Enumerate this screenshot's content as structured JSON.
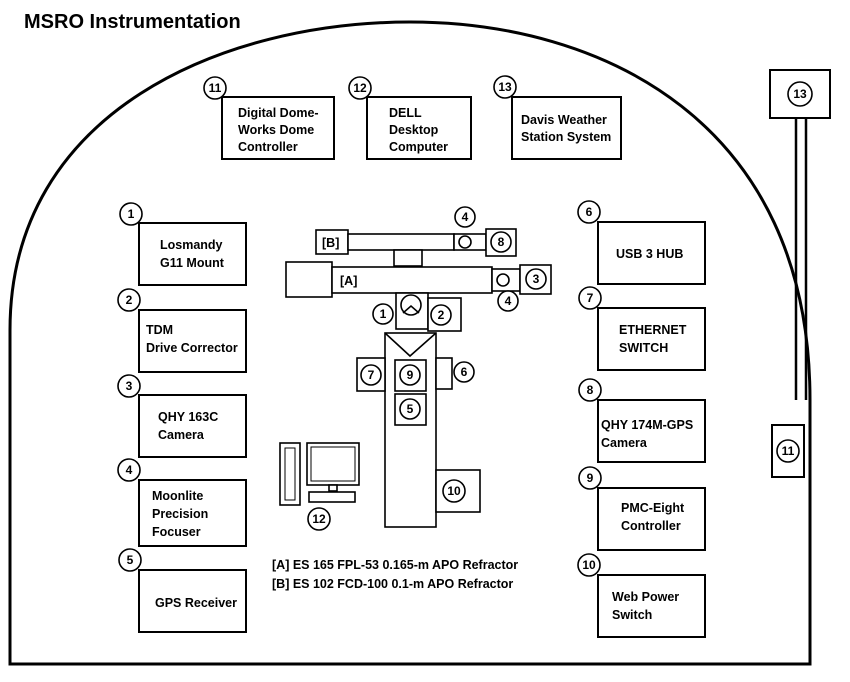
{
  "title": "MSRO Instrumentation",
  "left_items": [
    {
      "num": "1",
      "lines": [
        "Losmandy",
        "G11 Mount"
      ]
    },
    {
      "num": "2",
      "lines": [
        "TDM",
        "Drive Corrector"
      ]
    },
    {
      "num": "3",
      "lines": [
        "QHY 163C",
        "Camera"
      ]
    },
    {
      "num": "4",
      "lines": [
        "Moonlite",
        "Precision",
        "Focuser"
      ]
    },
    {
      "num": "5",
      "lines": [
        "GPS Receiver"
      ]
    }
  ],
  "right_items": [
    {
      "num": "6",
      "lines": [
        "USB 3 HUB"
      ]
    },
    {
      "num": "7",
      "lines": [
        "ETHERNET",
        "SWITCH"
      ]
    },
    {
      "num": "8",
      "lines": [
        "QHY 174M-GPS",
        "Camera"
      ]
    },
    {
      "num": "9",
      "lines": [
        "PMC-Eight",
        "Controller"
      ]
    },
    {
      "num": "10",
      "lines": [
        "Web Power",
        "Switch"
      ]
    }
  ],
  "top_items": [
    {
      "num": "11",
      "lines": [
        "Digital Dome-",
        "Works Dome",
        "Controller"
      ]
    },
    {
      "num": "12",
      "lines": [
        "DELL",
        "Desktop",
        "Computer"
      ]
    },
    {
      "num": "13",
      "lines": [
        "Davis Weather",
        "Station System"
      ]
    }
  ],
  "scope_labels": {
    "a": "[A]",
    "b": "[B]"
  },
  "center_markers": [
    "1",
    "2",
    "3",
    "4",
    "4",
    "5",
    "6",
    "7",
    "8",
    "9",
    "10",
    "12"
  ],
  "outside_markers": {
    "mast": "13",
    "wall": "11"
  },
  "legend": [
    "[A]  ES 165 FPL-53 0.165-m APO Refractor",
    "[B]  ES 102 FCD-100   0.1-m APO Refractor"
  ]
}
